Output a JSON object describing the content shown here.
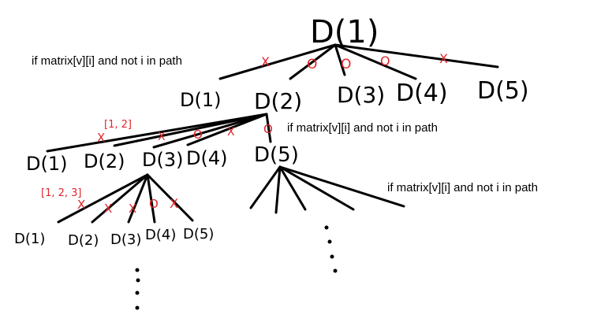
{
  "root": "D(1)",
  "level1": [
    "D(1)",
    "D(2)",
    "D(3)",
    "D(4)",
    "D(5)"
  ],
  "level2": [
    "D(1)",
    "D(2)",
    "D(3)",
    "D(4)",
    "D(5)"
  ],
  "level3": [
    "D(1)",
    "D(2)",
    "D(3)",
    "D(4)",
    "D(5)"
  ],
  "conditions": [
    "if matrix[v][i] and not i in path",
    "if matrix[v][i] and not i in path",
    "if matrix[v][i] and not i in path"
  ],
  "paths": [
    "[1, 2]",
    "[1, 2, 3]"
  ],
  "marks": {
    "root": [
      "X",
      "O",
      "O",
      "O",
      "X"
    ],
    "d2": [
      "X",
      "X",
      "O",
      "X",
      "O"
    ],
    "d3": [
      "X",
      "X",
      "X",
      "O",
      "X"
    ]
  },
  "colors": {
    "ink": "#000000",
    "mark": "#e0252b"
  }
}
